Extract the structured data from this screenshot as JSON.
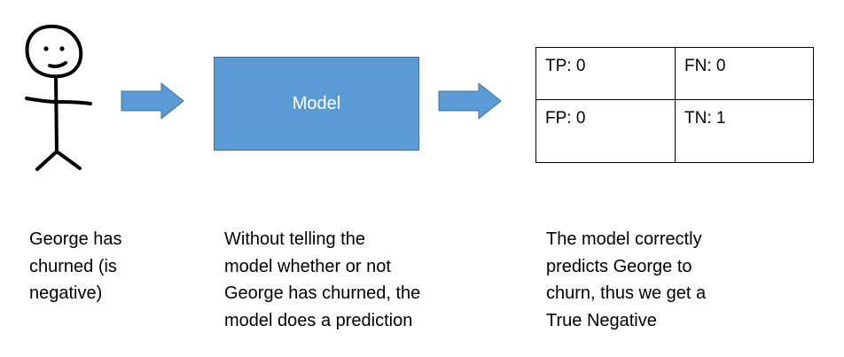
{
  "model_box": {
    "label": "Model"
  },
  "matrix": {
    "cells": [
      {
        "label": "TP: 0"
      },
      {
        "label": "FN: 0"
      },
      {
        "label": "FP: 0"
      },
      {
        "label": "TN: 1"
      }
    ]
  },
  "captions": [
    {
      "lines": [
        "George has",
        "churned (is",
        "negative)"
      ]
    },
    {
      "lines": [
        "Without telling the",
        "model whether or not",
        "George has churned, the",
        "model does a prediction"
      ]
    },
    {
      "lines": [
        "The model correctly",
        "predicts George to",
        "churn, thus we get a",
        "True Negative"
      ]
    }
  ],
  "colors": {
    "arrow_fill": "#5b9bd5",
    "arrow_stroke": "#41719c",
    "model_fill": "#5b9bd5"
  }
}
